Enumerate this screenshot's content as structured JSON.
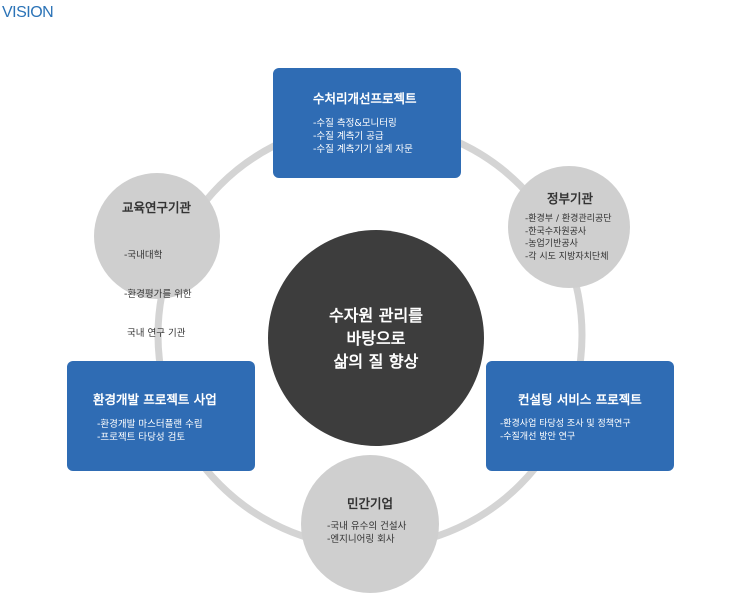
{
  "header": {
    "title": "VISION"
  },
  "center": {
    "lines": [
      "수자원 관리를",
      "바탕으로",
      "삶의 질 향상"
    ]
  },
  "nodes": {
    "top": {
      "title": "수처리개선프로젝트",
      "items": [
        "-수질 측정&모니터링",
        "-수질 계측기 공급",
        "-수질 계측기기 설계 자문"
      ]
    },
    "right_top": {
      "title": "정부기관",
      "items": [
        "-환경부 / 환경관리공단",
        "-한국수자원공사",
        "-농업기반공사",
        "-각 시도 지방자치단체"
      ]
    },
    "right_bottom": {
      "title": "컨설팅 서비스 프로젝트",
      "items": [
        "-환경사업 타당성 조사 및 정책연구",
        "-수질개선 방안 연구"
      ]
    },
    "bottom": {
      "title": "민간기업",
      "items": [
        "-국내 유수의 건설사",
        "-엔지니어링 회사"
      ]
    },
    "left_bottom": {
      "title": "환경개발 프로젝트 사업",
      "items": [
        "-환경개발 마스터플랜 수립",
        "-프로젝트 타당성 검토"
      ]
    },
    "left_top": {
      "title": "교육연구기관",
      "items": [
        "-국내대학",
        "-환경평가를 위한",
        " 국내 연구 기관"
      ]
    }
  },
  "colors": {
    "box": "#2f6cb4",
    "circle": "#cfcfcf",
    "center": "#3d3d3d",
    "ring": "#d4d4d4",
    "title": "#2b73b7"
  }
}
